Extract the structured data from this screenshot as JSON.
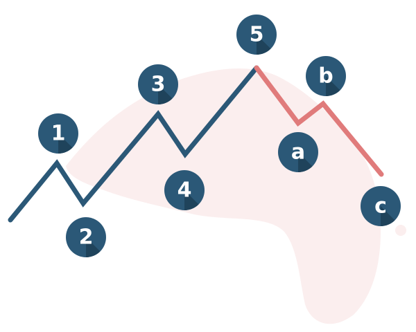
{
  "colors": {
    "impulse": "#2b5877",
    "corrective": "#e07b7b",
    "marker": "#2b5877",
    "marker_shade": "#1f435b",
    "blob": "#fbeeee"
  },
  "impulse_waves": [
    {
      "label": "1"
    },
    {
      "label": "2"
    },
    {
      "label": "3"
    },
    {
      "label": "4"
    },
    {
      "label": "5"
    }
  ],
  "corrective_waves": [
    {
      "label": "a"
    },
    {
      "label": "b"
    },
    {
      "label": "c"
    }
  ]
}
